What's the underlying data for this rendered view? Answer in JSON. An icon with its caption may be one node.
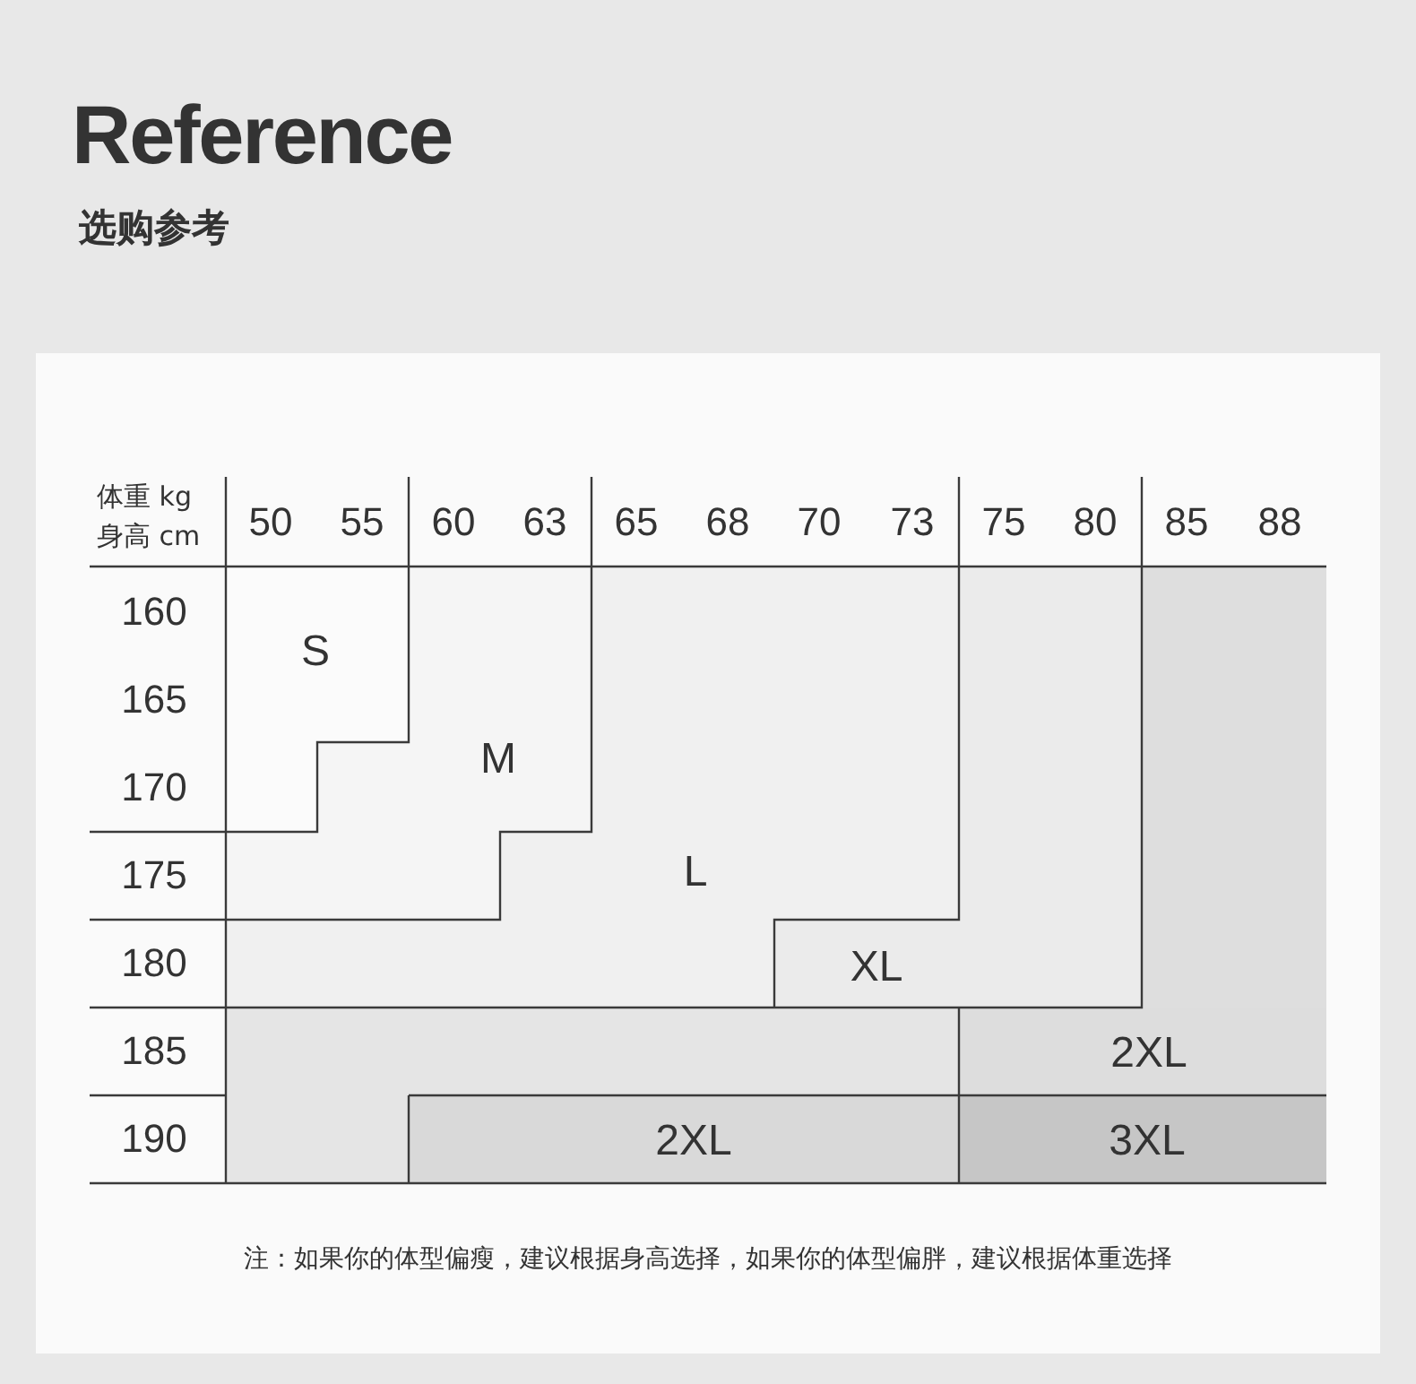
{
  "diagram": {
    "title": "Reference",
    "nodes": [
      {
        "text": [
          "S"
        ]
      },
      {
        "text": [
          "M"
        ]
      },
      {
        "text": [
          "L"
        ]
      },
      {
        "text": [
          "XL"
        ]
      },
      {
        "text": [],
        "shape": "box"
      },
      {
        "text": [],
        "shape": "box"
      },
      {
        "text": [
          "2XL"
        ]
      },
      {
        "text": [
          "2XL"
        ]
      },
      {
        "text": [
          "3XL"
        ]
      }
    ],
    "labels": [
      "选购参考",
      "体重 kg",
      "身高 cm",
      "50",
      "55",
      "60",
      "63",
      "65",
      "68",
      "70",
      "73",
      "75",
      "80",
      "85",
      "88",
      "160",
      "165",
      "170",
      "175",
      "180",
      "185",
      "190",
      "注：如果你的体型偏瘦，建议根据身高选择，如果你的体型偏胖，建议根据体重选择"
    ]
  }
}
